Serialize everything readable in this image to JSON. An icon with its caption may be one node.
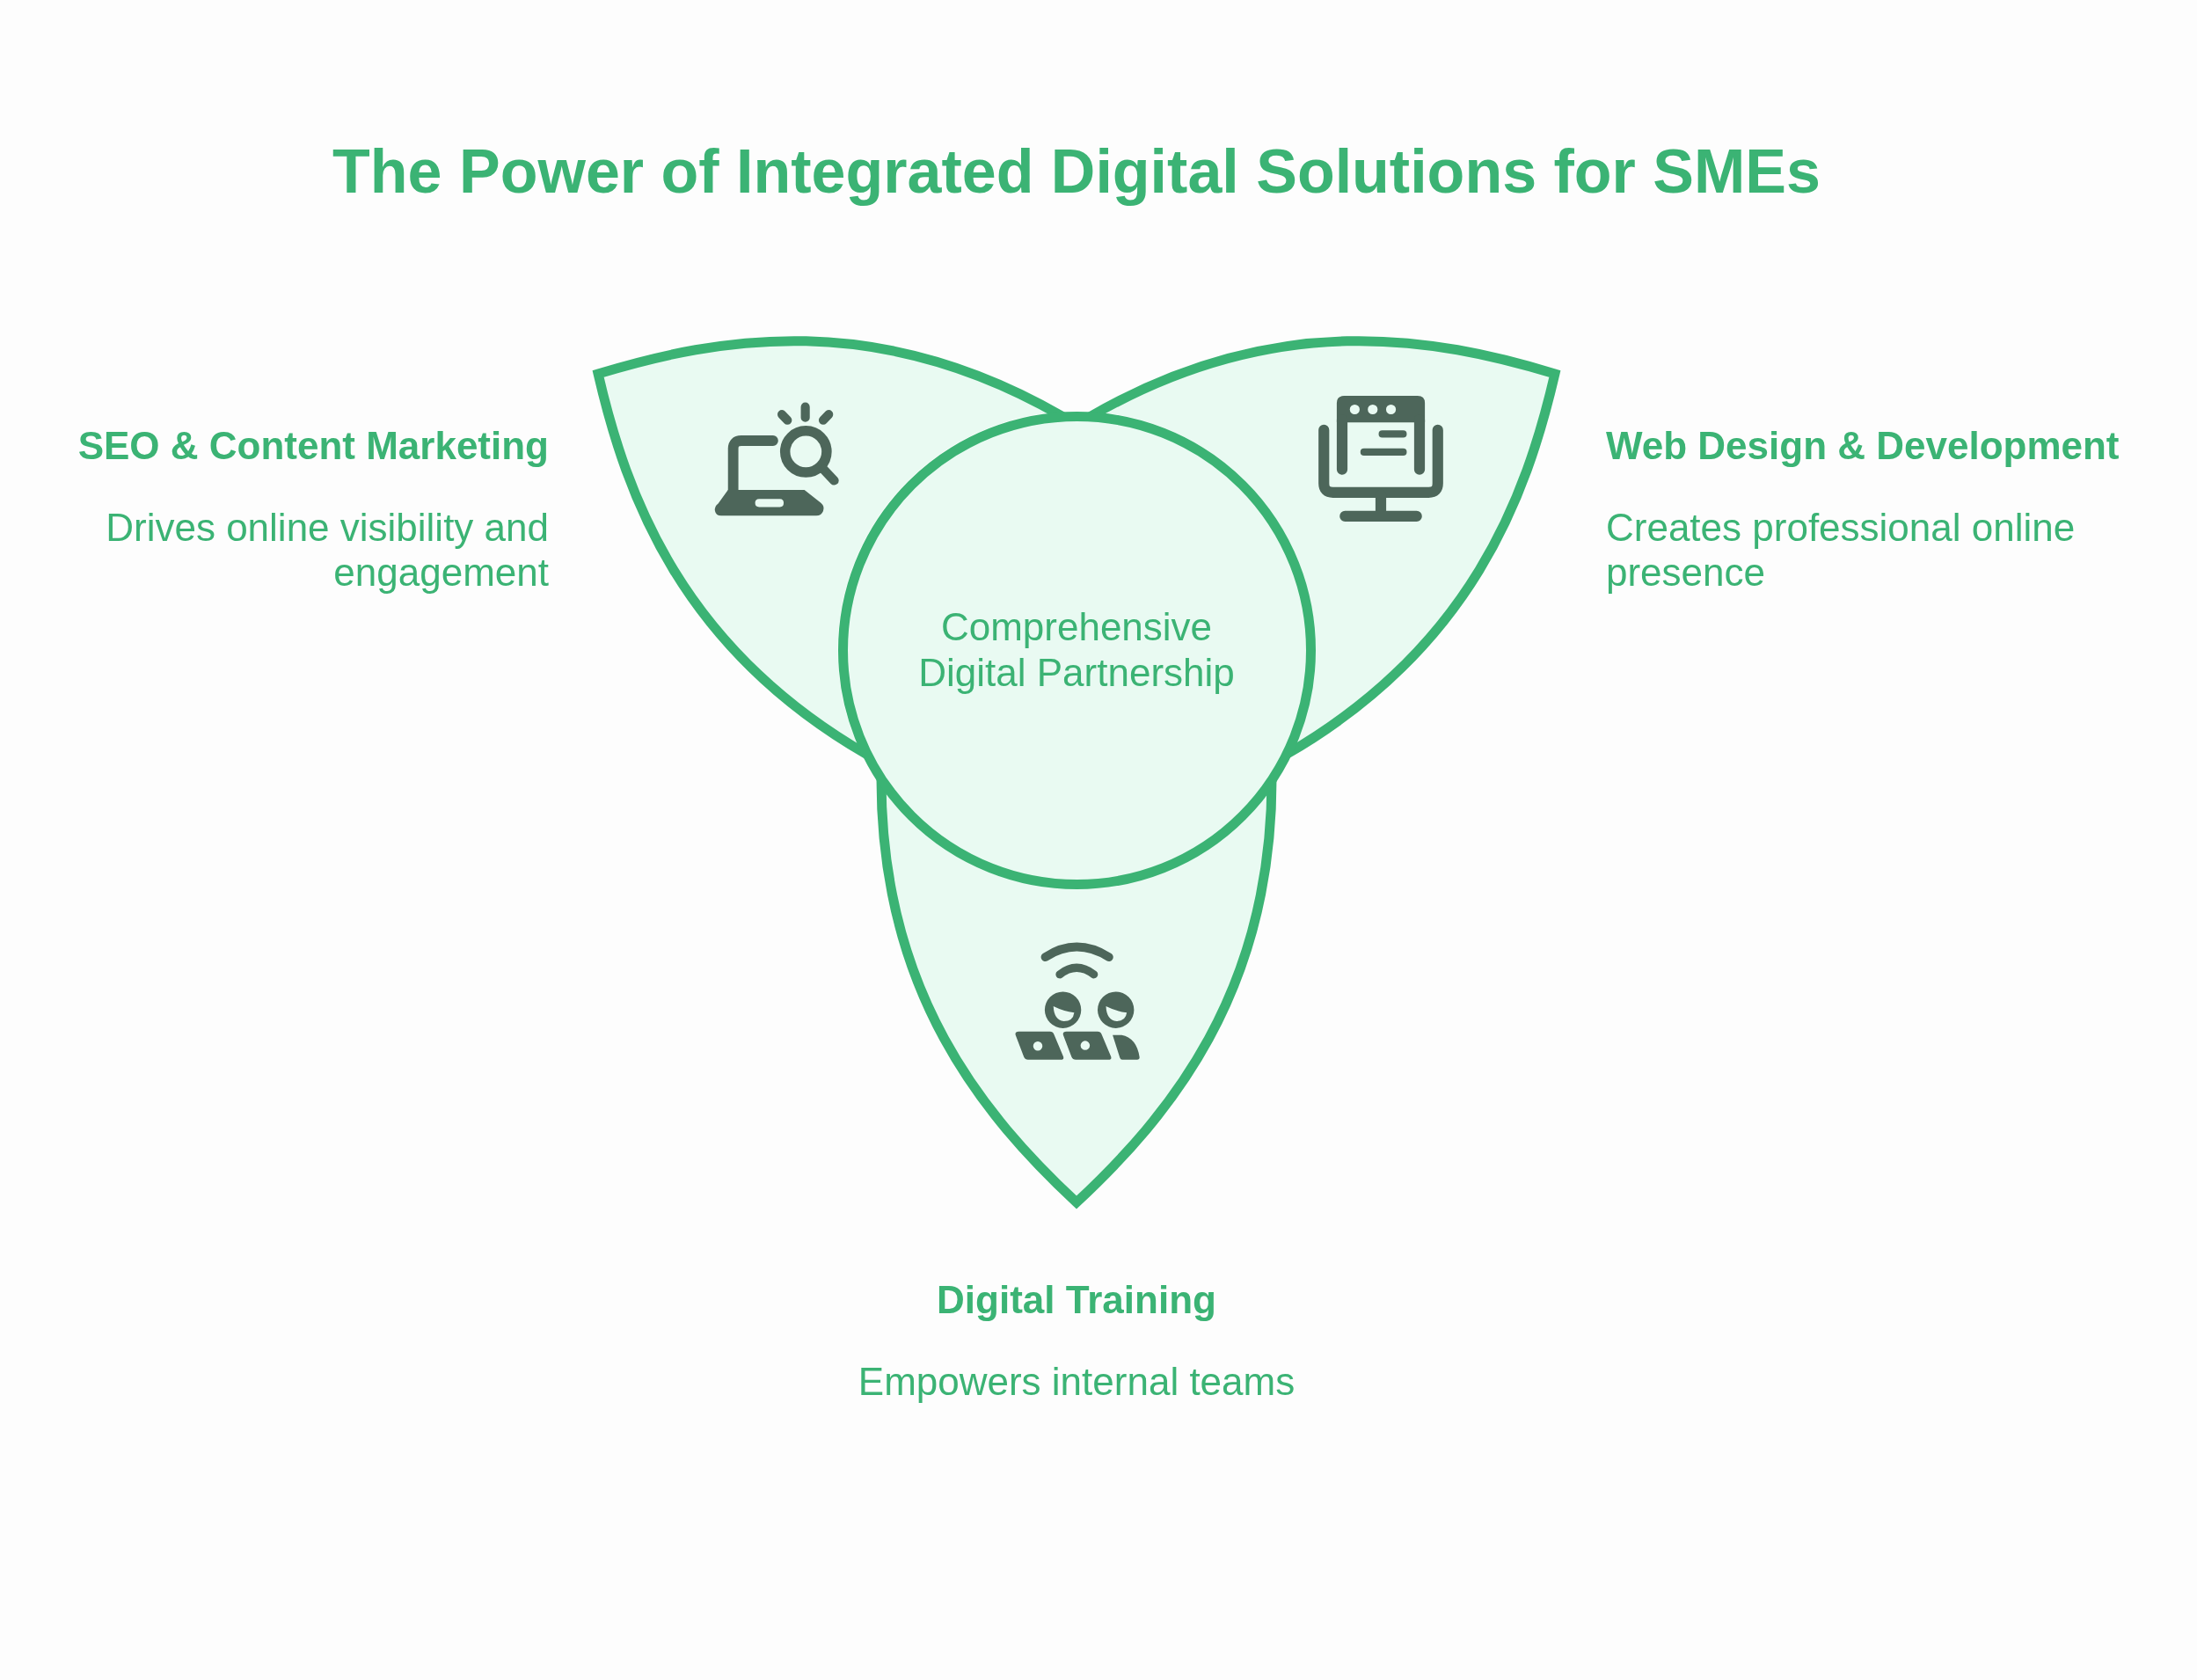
{
  "diagram": {
    "title": "The Power of Integrated Digital Solutions for SMEs",
    "nodes": [
      {
        "text": [
          "SEO & Content Marketing",
          "Drives online visibility and engagement"
        ]
      },
      {
        "text": [
          "Web Design & Development",
          "Creates professional online presence"
        ]
      },
      {
        "text": [
          "Comprehensive Digital Partnership"
        ]
      },
      {
        "text": [
          "Digital Training",
          "Empowers internal teams"
        ]
      }
    ]
  }
}
